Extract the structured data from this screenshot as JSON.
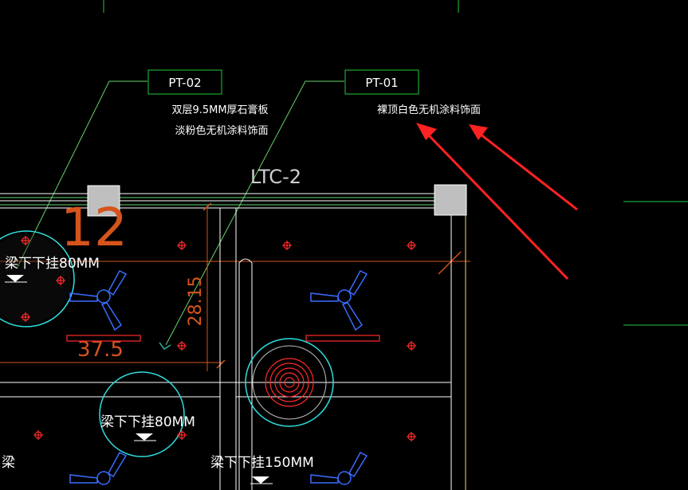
{
  "colors": {
    "background": "#000000",
    "white": "#ffffff",
    "green": "#22c93a",
    "greenline": "#63d36b",
    "cyan": "#2fe0e0",
    "red": "#ff2a2a",
    "orange": "#ff6a1a",
    "blue": "#3a6cff",
    "yellow": "#e8e060",
    "gray": "#bfbfbf",
    "arrow": "#ff2222"
  },
  "tags": {
    "pt02": "PT-02",
    "pt01": "PT-01"
  },
  "notes": {
    "pt02_line1": "双层9.5MM厚石膏板",
    "pt02_line2": "淡粉色无机涂料饰面",
    "pt01_line1": "裸顶白色无机涂料饰面"
  },
  "labels": {
    "ltc": "LTC-2",
    "dim_vertical": "28.15",
    "dim_horizontal": "37.5",
    "number_12": "12",
    "beam_80_left": "梁下下挂80MM",
    "beam_80_mid": "梁下下挂80MM",
    "beam_150": "梁下下挂150MM",
    "beam_word": "梁"
  }
}
